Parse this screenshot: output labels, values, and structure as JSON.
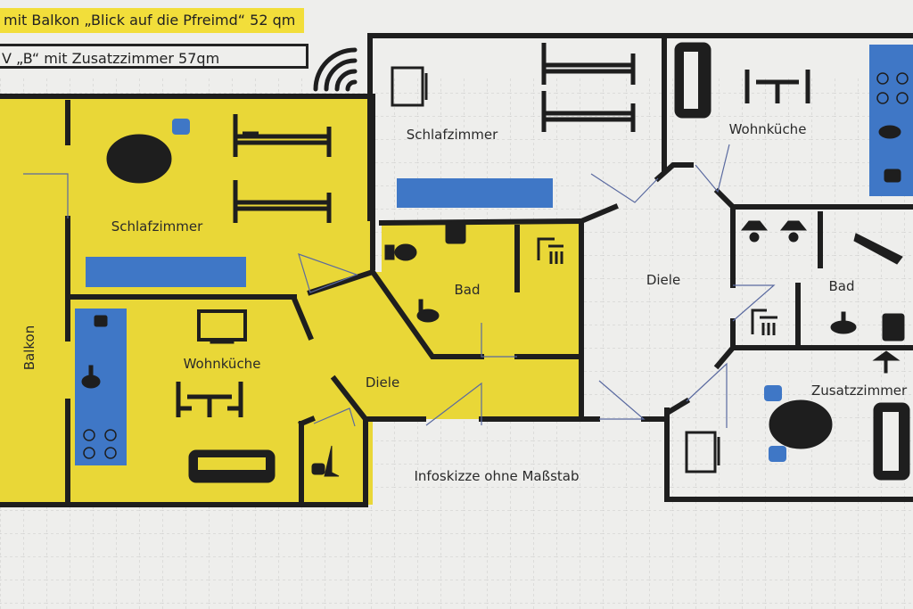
{
  "header": {
    "title_line": "mit  Balkon „Blick auf die Pfreimd“ 52 qm",
    "subtitle_line": "V „B“ mit Zusatzzimmer 57qm"
  },
  "rooms": {
    "balkon": "Balkon",
    "schlafzimmer_a": "Schlafzimmer",
    "wohnkueche_a": "Wohnküche",
    "diele_a": "Diele",
    "bad_a": "Bad",
    "schlafzimmer_b": "Schlafzimmer",
    "wohnkueche_b": "Wohnküche",
    "diele_b": "Diele",
    "bad_b": "Bad",
    "zusatzzimmer": "Zusatzzimmer"
  },
  "note": "Infoskizze ohne Maßstab",
  "icons": [
    "wifi-icon",
    "bed-icon",
    "table-icon",
    "tv-icon",
    "sofa-icon",
    "toilet-icon",
    "shower-icon",
    "sink-icon",
    "bathtub-icon",
    "stove-icon",
    "broom-icon",
    "stool-icon",
    "washing-machine-icon"
  ],
  "colors": {
    "apartment_a": "#e9d737",
    "blue_fixtures": "#3f77c6",
    "walls": "#1e1e1e",
    "paper": "#eeeeec"
  }
}
